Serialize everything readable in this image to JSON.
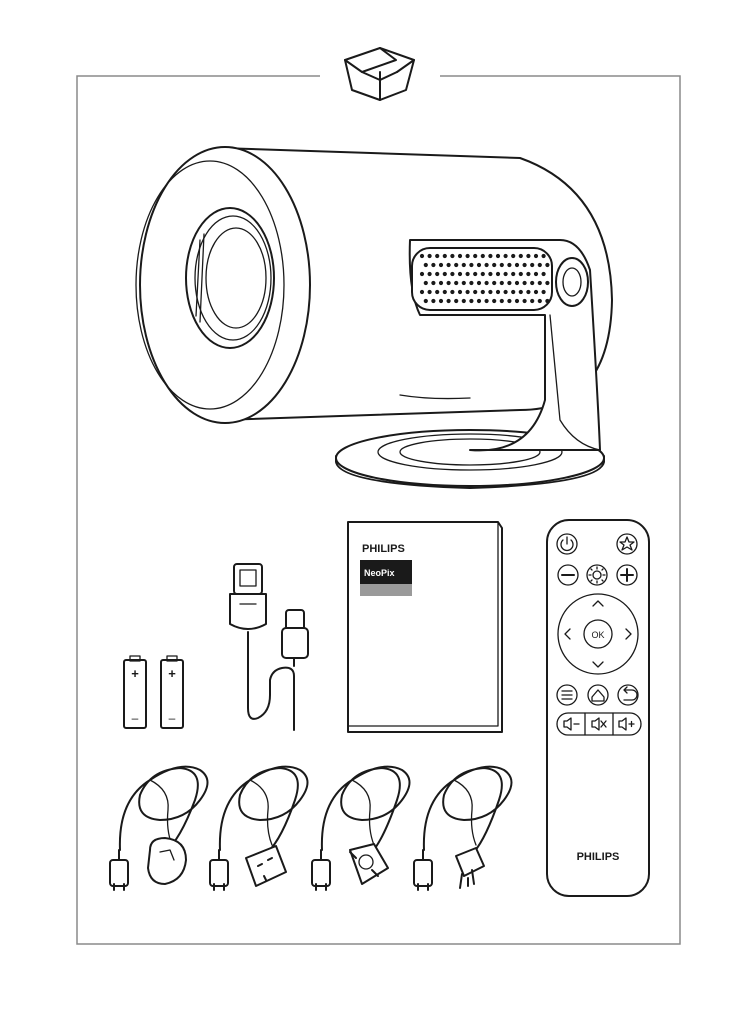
{
  "manual_box": {
    "brand": "PHILIPS",
    "model": "NeoPix"
  },
  "remote": {
    "ok_label": "OK",
    "brand": "PHILIPS"
  },
  "battery": {
    "plus": "+",
    "minus": "–"
  },
  "icons": [
    "open-box-icon",
    "power-icon",
    "star-icon",
    "minus-icon",
    "brightness-icon",
    "plus-icon",
    "menu-icon",
    "home-icon",
    "back-icon",
    "volume-down-icon",
    "mute-icon",
    "volume-up-icon"
  ],
  "colors": {
    "line": "#1a1a1a",
    "frame": "#8a8a8a",
    "accent_gray": "#9a9a9a"
  }
}
